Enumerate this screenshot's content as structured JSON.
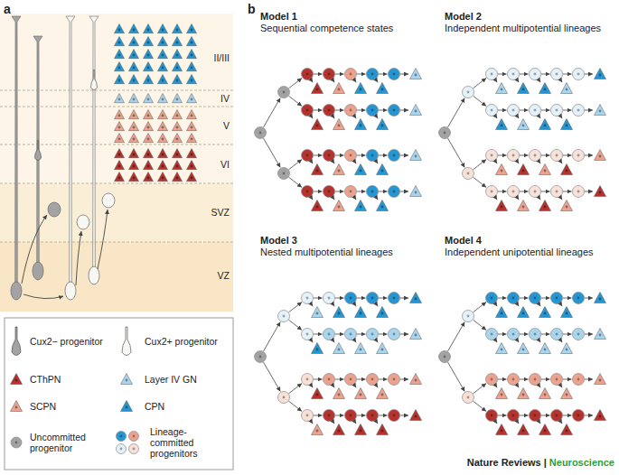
{
  "diagram": {
    "labels": [
      "a",
      "II/III",
      "IV",
      "V",
      "VI",
      "SVZ",
      "VZ",
      "b",
      "Model 1",
      "Sequential competence states",
      "Model 2",
      "Independent multipotential lineages",
      "Model 3",
      "Nested multipotential lineages",
      "Model 4",
      "Independent unipotential lineages",
      "Nature Reviews |",
      "Neuroscience"
    ],
    "legend": [
      {
        "text": "Cux2− progenitor"
      },
      {
        "text": "Cux2+ progenitor"
      },
      {
        "text": "CThPN"
      },
      {
        "text": "Layer IV GN"
      },
      {
        "text": "SCPN"
      },
      {
        "text": "CPN"
      },
      {
        "text": "Uncommitted progenitor"
      },
      {
        "text": "Lineage-committed progenitors"
      }
    ]
  }
}
